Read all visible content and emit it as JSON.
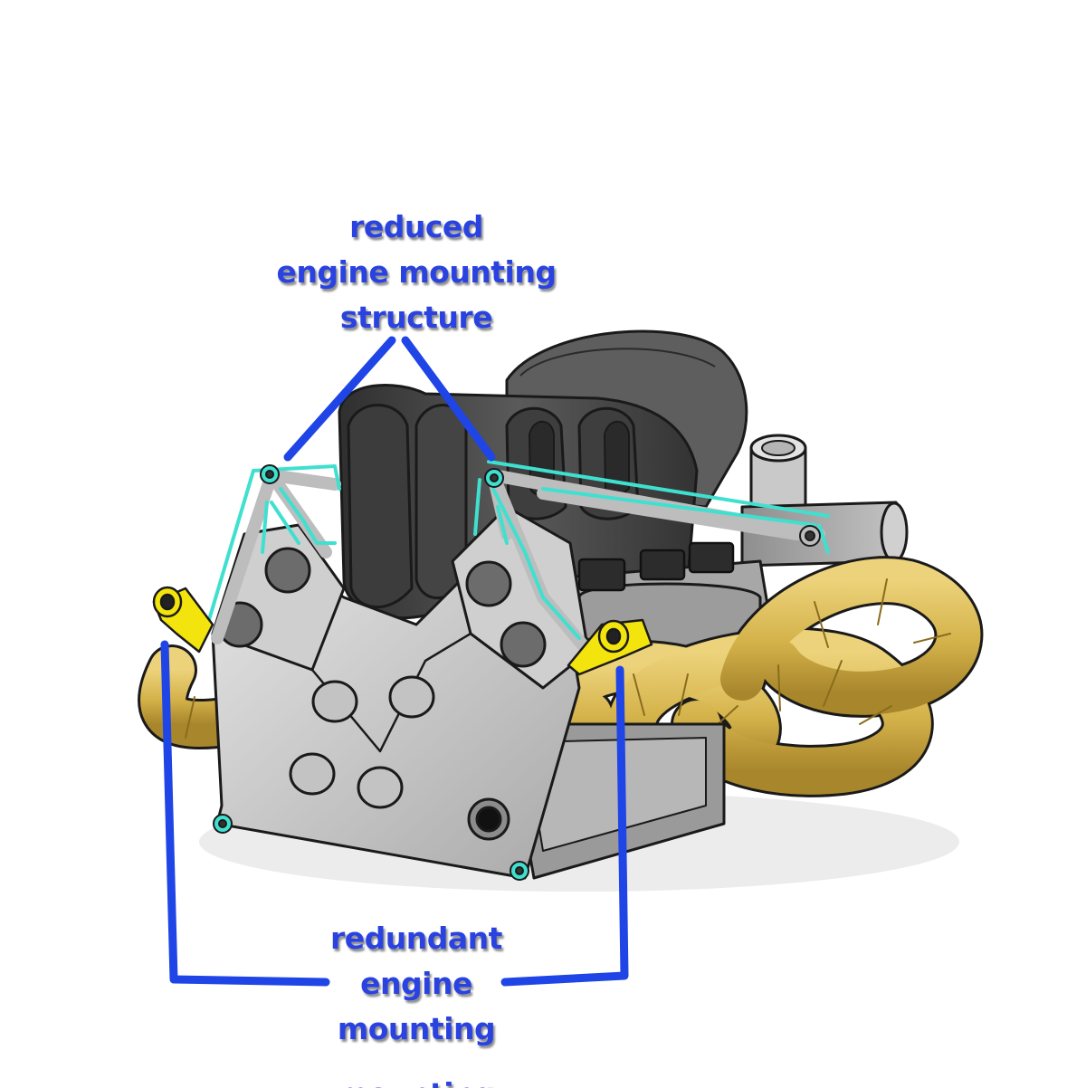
{
  "labels": {
    "top": [
      "reduced",
      "engine mounting",
      "structure"
    ],
    "bottom": [
      "redundant",
      "engine",
      "mounting",
      "mounting"
    ]
  },
  "colors": {
    "label_text": "#2a43e0",
    "callout_line": "#1f45e6",
    "mount_structure": "#3fe0cf",
    "mount_pad": "#f2e40c",
    "exhaust": "#d4b24a",
    "engine_block": "#bdbdbd",
    "intake": "#4a4a4a",
    "outline": "#1a1a1a"
  }
}
